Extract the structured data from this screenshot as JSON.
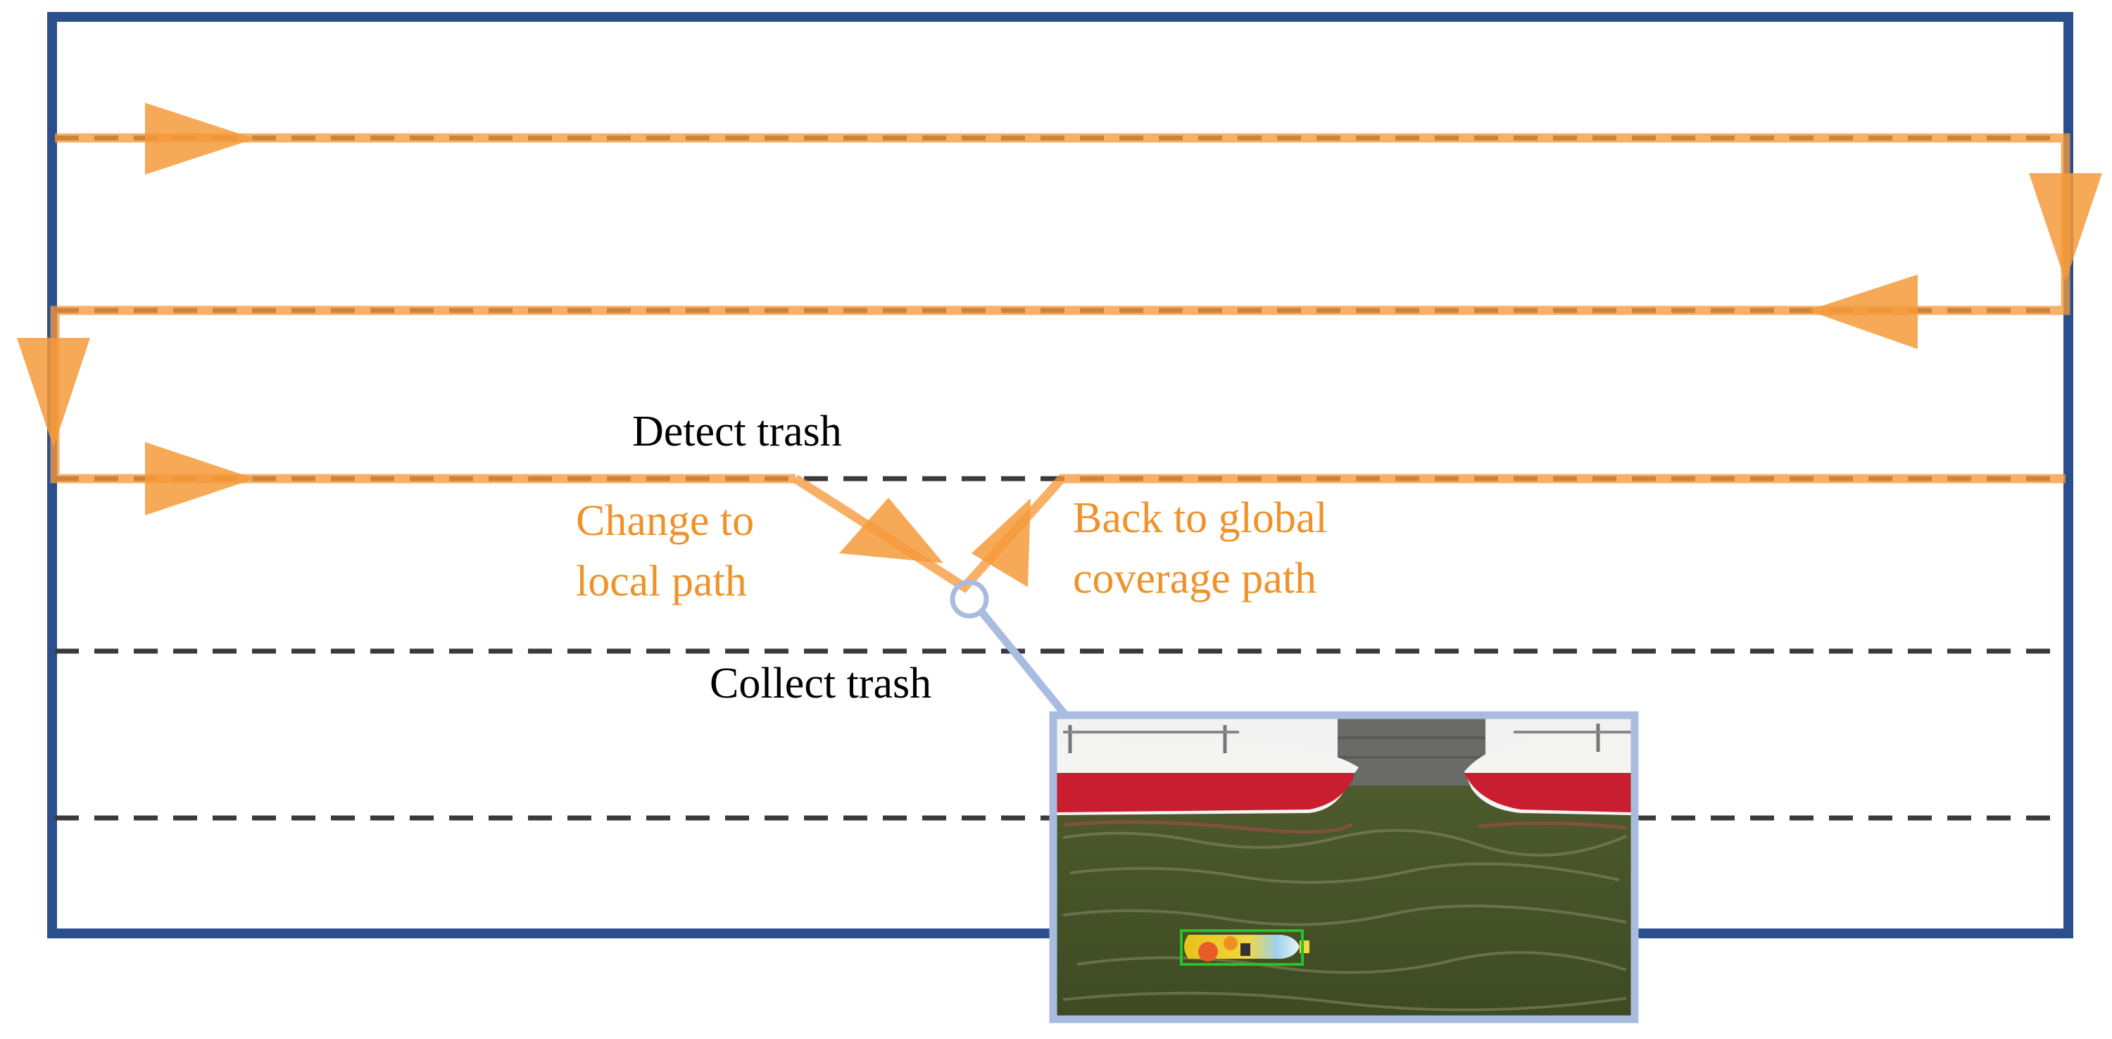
{
  "labels": {
    "detect": "Detect trash",
    "change_line1": "Change to",
    "change_line2": "local path",
    "back_line1": "Back to global",
    "back_line2": "coverage path",
    "collect": "Collect trash"
  },
  "photo": {
    "description_icon": "boat-water-trash-photo"
  },
  "colors": {
    "border": "#2b4f8c",
    "path": "#f59a3a",
    "dashes": "#3a3a3a",
    "callout": "#a8bce0",
    "detection_box": "#25c22b",
    "hull": "#c81e30",
    "water": "#4d5a2c"
  }
}
